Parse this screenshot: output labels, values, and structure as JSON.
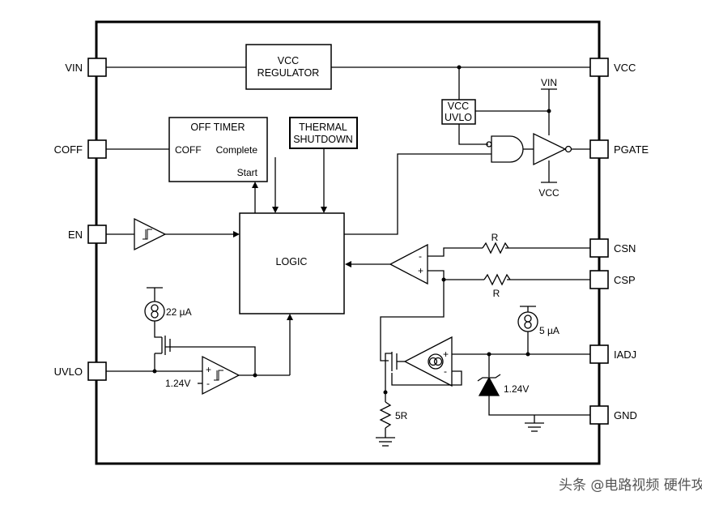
{
  "pins": {
    "vin": "VIN",
    "coff": "COFF",
    "en": "EN",
    "uvlo": "UVLO",
    "vcc": "VCC",
    "pgate": "PGATE",
    "csn": "CSN",
    "csp": "CSP",
    "iadj": "IADJ",
    "gnd": "GND"
  },
  "blocks": {
    "vcc_regulator": {
      "line1": "VCC",
      "line2": "REGULATOR"
    },
    "off_timer": {
      "title": "OFF TIMER",
      "coff": "COFF",
      "complete": "Complete",
      "start": "Start"
    },
    "thermal_shutdown": {
      "line1": "THERMAL",
      "line2": "SHUTDOWN"
    },
    "logic": "LOGIC",
    "vcc_uvlo": {
      "line1": "VCC",
      "line2": "UVLO"
    }
  },
  "labels": {
    "vin_supply": "VIN",
    "vcc_supply": "VCC",
    "r_top": "R",
    "r_bottom": "R",
    "current_22": "22 µA",
    "current_5": "5 µA",
    "ref_uvlo": "1.24V",
    "ref_zener": "1.24V",
    "res_5r": "5R",
    "plus": "+",
    "minus": "-"
  },
  "watermark": "头条 @电路视频 硬件攻城狮"
}
